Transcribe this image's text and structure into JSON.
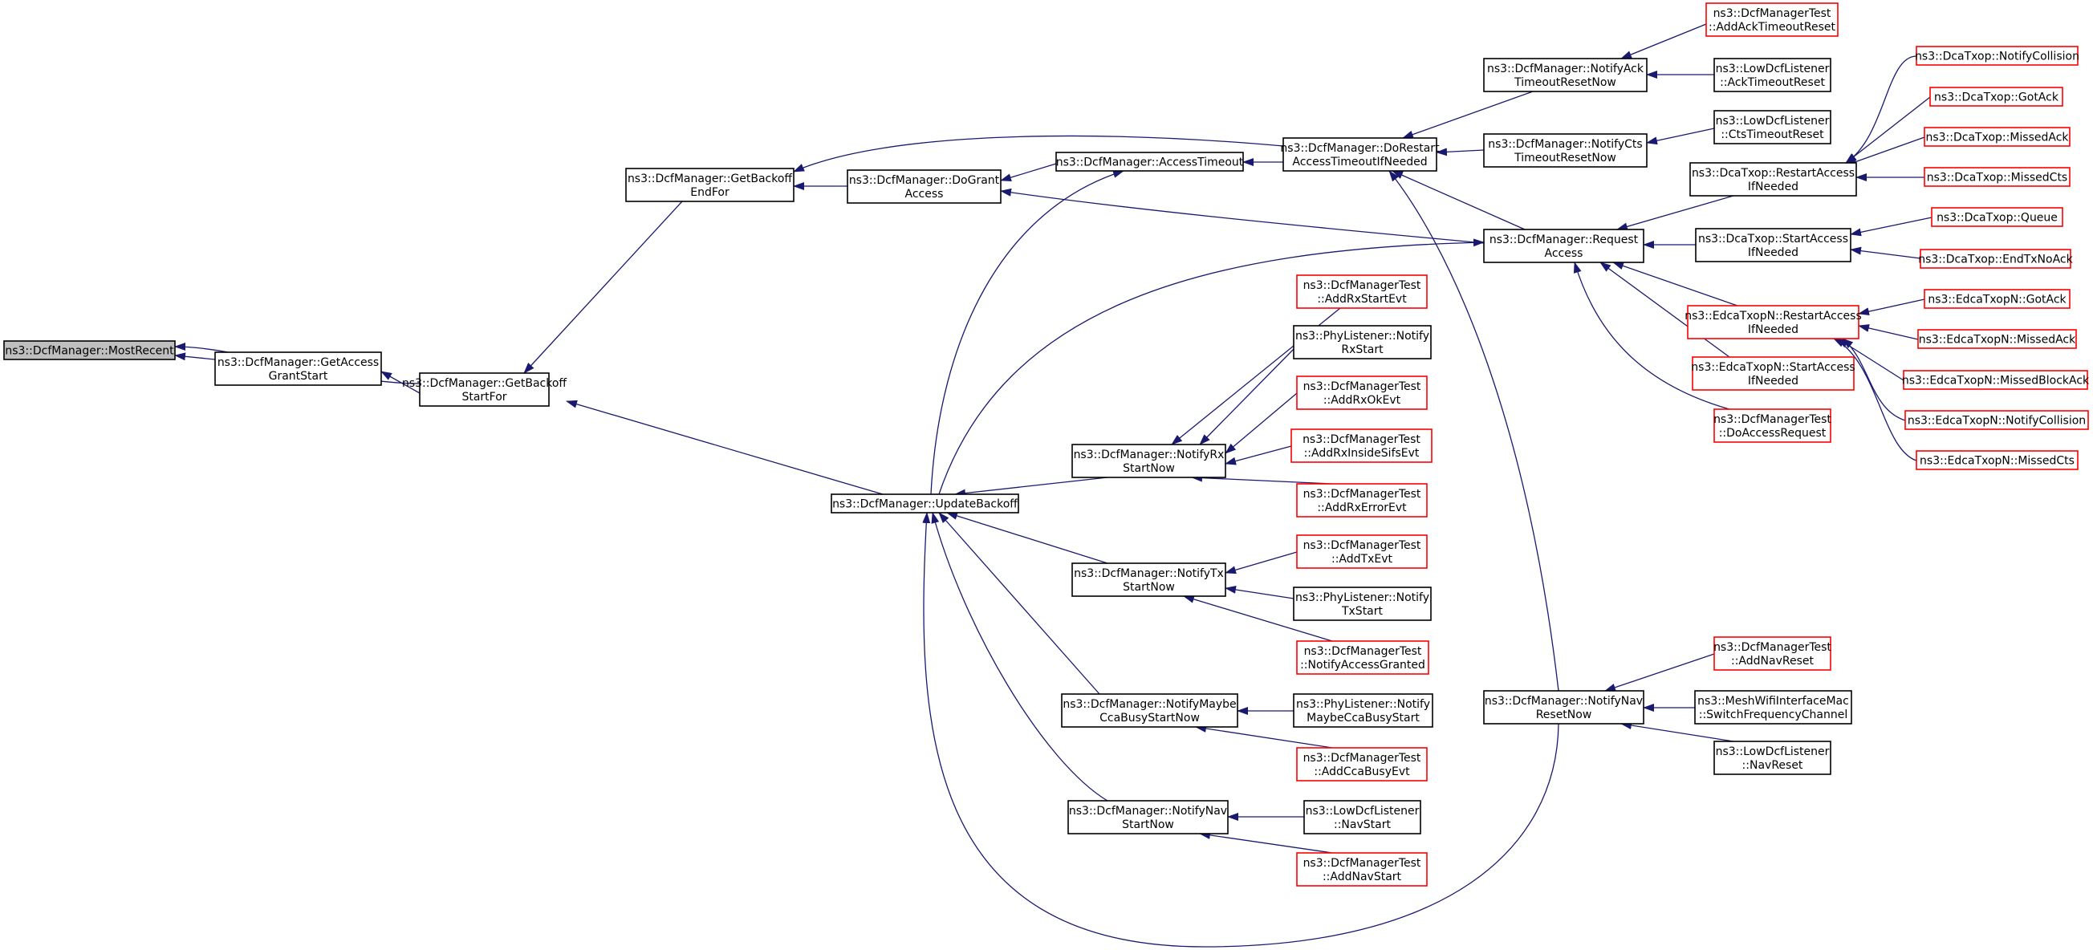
{
  "colors": {
    "edge": "#191970",
    "arrowhead": "#191970",
    "root_fill": "#bfbfbf",
    "node_border_default": "#000000",
    "node_border_undocumented": "#ff0000"
  },
  "nodes": [
    {
      "id": "most-recent",
      "lines": [
        "ns3::DcfManager::MostRecent"
      ],
      "root": true
    },
    {
      "id": "get-access-grant-start",
      "lines": [
        "ns3::DcfManager::GetAccess",
        "GrantStart"
      ]
    },
    {
      "id": "get-backoff-start-for",
      "lines": [
        "ns3::DcfManager::GetBackoff",
        "StartFor"
      ]
    },
    {
      "id": "get-backoff-end-for",
      "lines": [
        "ns3::DcfManager::GetBackoff",
        "EndFor"
      ]
    },
    {
      "id": "do-grant-access",
      "lines": [
        "ns3::DcfManager::DoGrant",
        "Access"
      ]
    },
    {
      "id": "access-timeout",
      "lines": [
        "ns3::DcfManager::AccessTimeout"
      ]
    },
    {
      "id": "do-restart-access-timeout",
      "lines": [
        "ns3::DcfManager::DoRestart",
        "AccessTimeoutIfNeeded"
      ]
    },
    {
      "id": "notify-ack-timeout-reset-now",
      "lines": [
        "ns3::DcfManager::NotifyAck",
        "TimeoutResetNow"
      ]
    },
    {
      "id": "test-add-ack-timeout-reset",
      "lines": [
        "ns3::DcfManagerTest",
        "::AddAckTimeoutReset"
      ],
      "red": true
    },
    {
      "id": "ldl-ack-timeout-reset",
      "lines": [
        "ns3::LowDcfListener",
        "::AckTimeoutReset"
      ]
    },
    {
      "id": "notify-cts-timeout-reset-now",
      "lines": [
        "ns3::DcfManager::NotifyCts",
        "TimeoutResetNow"
      ]
    },
    {
      "id": "ldl-cts-timeout-reset",
      "lines": [
        "ns3::LowDcfListener",
        "::CtsTimeoutReset"
      ]
    },
    {
      "id": "request-access",
      "lines": [
        "ns3::DcfManager::Request",
        "Access"
      ]
    },
    {
      "id": "dca-restart-access",
      "lines": [
        "ns3::DcaTxop::RestartAccess",
        "IfNeeded"
      ]
    },
    {
      "id": "dca-notify-collision",
      "lines": [
        "ns3::DcaTxop::NotifyCollision"
      ],
      "red": true
    },
    {
      "id": "dca-got-ack",
      "lines": [
        "ns3::DcaTxop::GotAck"
      ],
      "red": true
    },
    {
      "id": "dca-missed-ack",
      "lines": [
        "ns3::DcaTxop::MissedAck"
      ],
      "red": true
    },
    {
      "id": "dca-missed-cts",
      "lines": [
        "ns3::DcaTxop::MissedCts"
      ],
      "red": true
    },
    {
      "id": "dca-start-access",
      "lines": [
        "ns3::DcaTxop::StartAccess",
        "IfNeeded"
      ]
    },
    {
      "id": "dca-queue",
      "lines": [
        "ns3::DcaTxop::Queue"
      ],
      "red": true
    },
    {
      "id": "dca-end-tx-no-ack",
      "lines": [
        "ns3::DcaTxop::EndTxNoAck"
      ],
      "red": true
    },
    {
      "id": "edca-restart-access",
      "lines": [
        "ns3::EdcaTxopN::RestartAccess",
        "IfNeeded"
      ],
      "red": true
    },
    {
      "id": "edca-got-ack",
      "lines": [
        "ns3::EdcaTxopN::GotAck"
      ],
      "red": true
    },
    {
      "id": "edca-missed-ack",
      "lines": [
        "ns3::EdcaTxopN::MissedAck"
      ],
      "red": true
    },
    {
      "id": "edca-missed-block-ack",
      "lines": [
        "ns3::EdcaTxopN::MissedBlockAck"
      ],
      "red": true
    },
    {
      "id": "edca-notify-collision",
      "lines": [
        "ns3::EdcaTxopN::NotifyCollision"
      ],
      "red": true
    },
    {
      "id": "edca-missed-cts",
      "lines": [
        "ns3::EdcaTxopN::MissedCts"
      ],
      "red": true
    },
    {
      "id": "edca-start-access",
      "lines": [
        "ns3::EdcaTxopN::StartAccess",
        "IfNeeded"
      ],
      "red": true
    },
    {
      "id": "test-do-access-request",
      "lines": [
        "ns3::DcfManagerTest",
        "::DoAccessRequest"
      ],
      "red": true
    },
    {
      "id": "update-backoff",
      "lines": [
        "ns3::DcfManager::UpdateBackoff"
      ]
    },
    {
      "id": "notify-rx-start-now",
      "lines": [
        "ns3::DcfManager::NotifyRx",
        "StartNow"
      ]
    },
    {
      "id": "test-add-rx-start-evt",
      "lines": [
        "ns3::DcfManagerTest",
        "::AddRxStartEvt"
      ],
      "red": true
    },
    {
      "id": "phy-notify-rx-start",
      "lines": [
        "ns3::PhyListener::Notify",
        "RxStart"
      ]
    },
    {
      "id": "test-add-rx-ok-evt",
      "lines": [
        "ns3::DcfManagerTest",
        "::AddRxOkEvt"
      ],
      "red": true
    },
    {
      "id": "test-add-rx-inside-sifs-evt",
      "lines": [
        "ns3::DcfManagerTest",
        "::AddRxInsideSifsEvt"
      ],
      "red": true
    },
    {
      "id": "test-add-rx-error-evt",
      "lines": [
        "ns3::DcfManagerTest",
        "::AddRxErrorEvt"
      ],
      "red": true
    },
    {
      "id": "notify-tx-start-now",
      "lines": [
        "ns3::DcfManager::NotifyTx",
        "StartNow"
      ]
    },
    {
      "id": "test-add-tx-evt",
      "lines": [
        "ns3::DcfManagerTest",
        "::AddTxEvt"
      ],
      "red": true
    },
    {
      "id": "phy-notify-tx-start",
      "lines": [
        "ns3::PhyListener::Notify",
        "TxStart"
      ]
    },
    {
      "id": "test-notify-access-granted",
      "lines": [
        "ns3::DcfManagerTest",
        "::NotifyAccessGranted"
      ],
      "red": true
    },
    {
      "id": "notify-maybe-cca-busy-start-now",
      "lines": [
        "ns3::DcfManager::NotifyMaybe",
        "CcaBusyStartNow"
      ]
    },
    {
      "id": "phy-notify-maybe-cca-busy-start",
      "lines": [
        "ns3::PhyListener::Notify",
        "MaybeCcaBusyStart"
      ]
    },
    {
      "id": "test-add-cca-busy-evt",
      "lines": [
        "ns3::DcfManagerTest",
        "::AddCcaBusyEvt"
      ],
      "red": true
    },
    {
      "id": "notify-nav-start-now",
      "lines": [
        "ns3::DcfManager::NotifyNav",
        "StartNow"
      ]
    },
    {
      "id": "ldl-nav-start",
      "lines": [
        "ns3::LowDcfListener",
        "::NavStart"
      ]
    },
    {
      "id": "test-add-nav-start",
      "lines": [
        "ns3::DcfManagerTest",
        "::AddNavStart"
      ],
      "red": true
    },
    {
      "id": "notify-nav-reset-now",
      "lines": [
        "ns3::DcfManager::NotifyNav",
        "ResetNow"
      ]
    },
    {
      "id": "test-add-nav-reset",
      "lines": [
        "ns3::DcfManagerTest",
        "::AddNavReset"
      ],
      "red": true
    },
    {
      "id": "mesh-switch-frequency-channel",
      "lines": [
        "ns3::MeshWifiInterfaceMac",
        "::SwitchFrequencyChannel"
      ]
    },
    {
      "id": "ldl-nav-reset",
      "lines": [
        "ns3::LowDcfListener",
        "::NavReset"
      ]
    }
  ]
}
